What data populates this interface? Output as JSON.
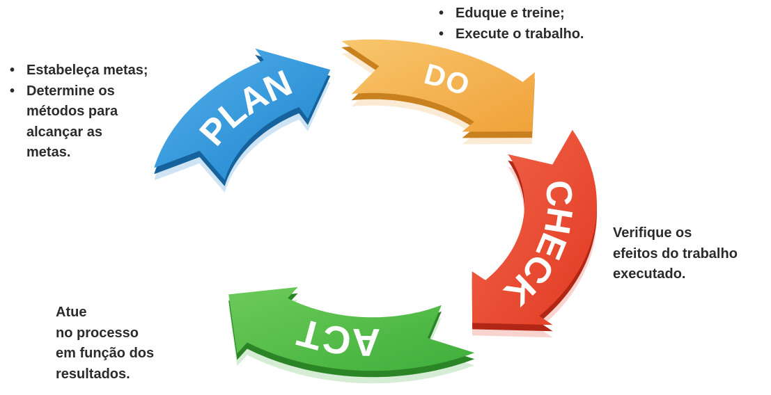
{
  "diagram": {
    "stages": [
      {
        "label": "PLAN",
        "color": "#1f84cc",
        "highlight": "#53b0ec",
        "shadow": "#15629c"
      },
      {
        "label": "DO",
        "color": "#f0a23a",
        "highlight": "#f8c66e",
        "shadow": "#c9801f"
      },
      {
        "label": "CHECK",
        "color": "#e23a22",
        "highlight": "#f0654a",
        "shadow": "#b22616"
      },
      {
        "label": "ACT",
        "color": "#3fae3a",
        "highlight": "#6ccb5a",
        "shadow": "#2b8426"
      }
    ]
  },
  "notes": {
    "do": [
      "Eduque e treine;",
      "Execute o trabalho."
    ],
    "plan": [
      "Estabeleça metas;",
      "Determine os métodos para alcançar as metas."
    ],
    "plan_lines": [
      "Determine os",
      "métodos para",
      "alcançar as",
      "metas."
    ],
    "check": [
      "Verifique os",
      "efeitos do trabalho",
      "executado."
    ],
    "act": [
      "Atue",
      "no processo",
      "em função dos",
      "resultados."
    ]
  }
}
